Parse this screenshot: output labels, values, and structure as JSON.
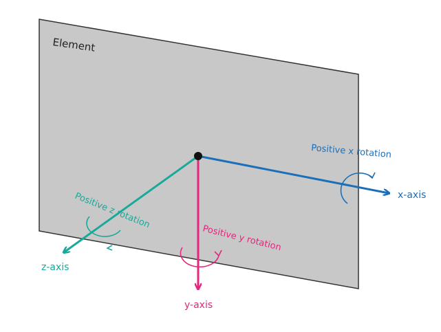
{
  "element_label": "Element",
  "axes": {
    "x": {
      "name": "x-axis",
      "rotation": "Positive x rotation",
      "color": "#1a6fb8"
    },
    "y": {
      "name": "y-axis",
      "rotation": "Positive y rotation",
      "color": "#e8247c"
    },
    "z": {
      "name": "z-axis",
      "rotation": "Positive z rotation",
      "color": "#17a99a"
    }
  },
  "colors": {
    "plane_fill": "#c8c8c8",
    "plane_stroke": "#333333",
    "origin": "#111111"
  }
}
